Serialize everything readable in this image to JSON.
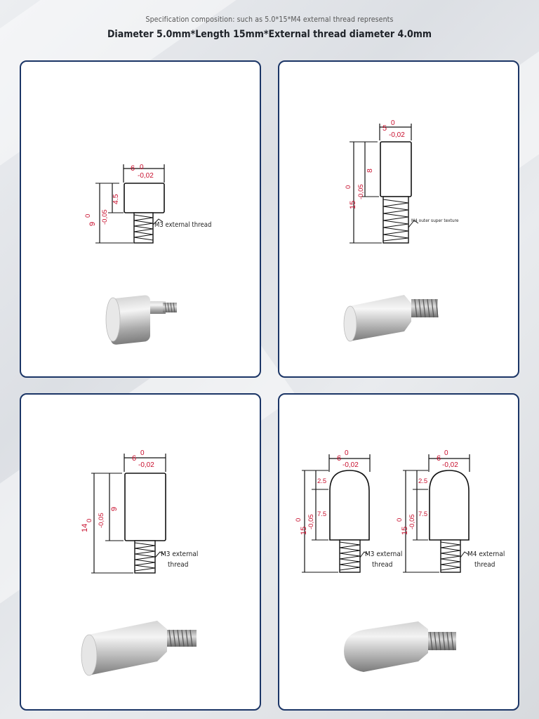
{
  "header": {
    "subtitle": "Specification composition: such as 5.0*15*M4 external thread represents",
    "title": "Diameter 5.0mm*Length 15mm*External thread diameter 4.0mm"
  },
  "colors": {
    "panel_border": "#1b3566",
    "dimension_red": "#c8102e",
    "outline": "#111111",
    "metal_light": "#f2f2f2",
    "metal_dark": "#8a8a8a"
  },
  "panels": [
    {
      "diameter": "6",
      "tol_upper": "0",
      "tol_lower": "-0,02",
      "total_length": "9",
      "total_tol_upper": "0",
      "total_tol_lower": "-0,05",
      "head_length": "4.5",
      "thread_label": "M3 external thread"
    },
    {
      "diameter": "5",
      "tol_upper": "0",
      "tol_lower": "-0,02",
      "total_length": "15",
      "total_tol_upper": "0",
      "total_tol_lower": "-0,05",
      "head_length": "8",
      "thread_label": "M4 outer super texture"
    },
    {
      "diameter": "6",
      "tol_upper": "0",
      "tol_lower": "-0,02",
      "total_length": "14",
      "total_tol_upper": "0",
      "total_tol_lower": "-0,05",
      "head_length": "9",
      "thread_label_line1": "M3 external",
      "thread_label_line2": "thread"
    },
    {
      "drawings": [
        {
          "diameter": "6",
          "tol_upper": "0",
          "tol_lower": "-0,02",
          "total_length": "15",
          "total_tol_upper": "0",
          "total_tol_lower": "-0,05",
          "dome_length": "2.5",
          "body_length": "7.5",
          "thread_label_line1": "M3 external",
          "thread_label_line2": "thread"
        },
        {
          "diameter": "6",
          "tol_upper": "0",
          "tol_lower": "-0,02",
          "total_length": "15",
          "total_tol_upper": "0",
          "total_tol_lower": "-0,05",
          "dome_length": "2.5",
          "body_length": "7.5",
          "thread_label_line1": "M4 external",
          "thread_label_line2": "thread"
        }
      ]
    }
  ]
}
